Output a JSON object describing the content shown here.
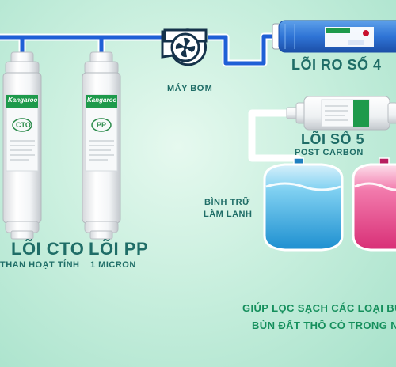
{
  "filters": {
    "cto": {
      "name": "LÕI CTO",
      "desc": "THAN HOẠT TÍNH"
    },
    "pp": {
      "name": "LÕI PP",
      "desc": "1 MICRON"
    },
    "ro": {
      "name": "LÕI RO SỐ 4"
    },
    "post": {
      "name": "LÕI SỐ 5",
      "desc": "POST CARBON"
    }
  },
  "pump": {
    "label": "MÁY BƠM"
  },
  "tank": {
    "label_line1": "BÌNH TRỮ",
    "label_line2": "LÀM LẠNH"
  },
  "brand": {
    "text": "Kangaroo"
  },
  "filter_stamp": {
    "cto": "CTO",
    "pp": "PP"
  },
  "tagline": {
    "line1": "GIÚP LỌC SẠCH CÁC LOẠI BỤI",
    "line2": "BÙN ĐẤT THÔ CÓ TRONG N"
  },
  "colors": {
    "text": "#1f6d67",
    "pipe": "#1f5fd6",
    "tank_blue": "#2aa7e4",
    "tank_pink": "#e63f86",
    "brand_green": "#1e9a4b"
  }
}
